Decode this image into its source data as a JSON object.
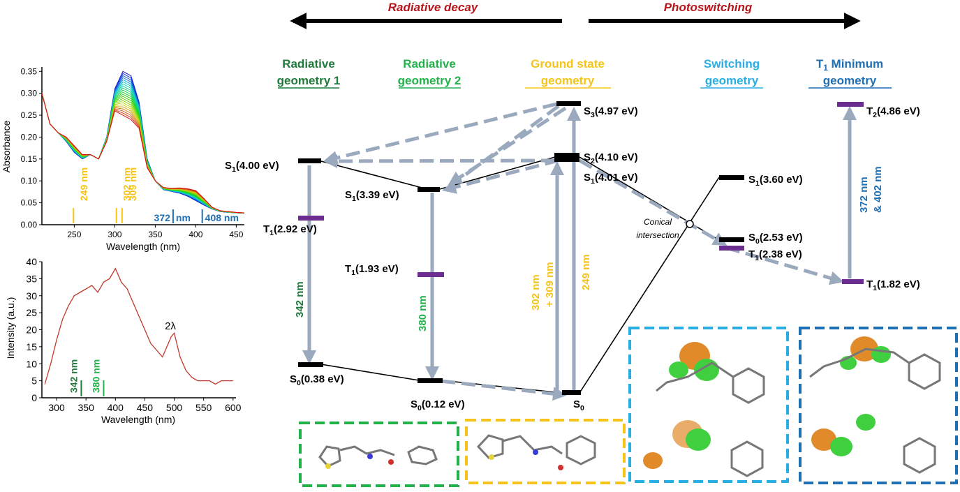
{
  "header": {
    "left_label": "Radiative decay",
    "right_label": "Photoswitching",
    "left_color": "#b8151b",
    "right_color": "#b8151b"
  },
  "columns": [
    {
      "line1": "Radiative",
      "line2": "geometry 1",
      "color": "#1e7b3c"
    },
    {
      "line1": "Radiative",
      "line2": "geometry 2",
      "color": "#22b24c"
    },
    {
      "line1": "Ground state",
      "line2": "geometry",
      "color": "#f6c419"
    },
    {
      "line1": "Switching",
      "line2": "geometry",
      "color": "#29aee4"
    },
    {
      "line1": "T",
      "line1_sub": "1",
      "line1_rest": " Minimum",
      "line2": "geometry",
      "color": "#1f6fb5"
    }
  ],
  "levels": {
    "rg1_s1": {
      "main": "S",
      "sub": "1",
      "rest": "(4.00 eV)"
    },
    "rg1_t1": {
      "main": "T",
      "sub": "1",
      "rest": "(2.92 eV)"
    },
    "rg1_s0": {
      "main": "S",
      "sub": "0",
      "rest": "(0.38 eV)"
    },
    "rg2_s1": {
      "main": "S",
      "sub": "1",
      "rest": "(3.39 eV)"
    },
    "rg2_t1": {
      "main": "T",
      "sub": "1",
      "rest": "(1.93 eV)"
    },
    "rg2_s0": {
      "main": "S",
      "sub": "0",
      "rest": "(0.12 eV)"
    },
    "gs_s3": {
      "main": "S",
      "sub": "3",
      "rest": "(4.97 eV)"
    },
    "gs_s2": {
      "main": "S",
      "sub": "2",
      "rest": "(4.10 eV)"
    },
    "gs_s1": {
      "main": "S",
      "sub": "1",
      "rest": "(4.01 eV)"
    },
    "gs_s0": {
      "main": "S",
      "sub": "0",
      "rest": ""
    },
    "sw_s1": {
      "main": "S",
      "sub": "1",
      "rest": "(3.60 eV)"
    },
    "sw_s0": {
      "main": "S",
      "sub": "0",
      "rest": "(2.53 eV)"
    },
    "sw_t1": {
      "main": "T",
      "sub": "1",
      "rest": "(2.38 eV)"
    },
    "tm_t2": {
      "main": "T",
      "sub": "2",
      "rest": "(4.86 eV)"
    },
    "tm_t1": {
      "main": "T",
      "sub": "1",
      "rest": "(1.82 eV)"
    }
  },
  "transitions": {
    "rg1_emission": "342 nm",
    "rg2_emission": "380 nm",
    "gs_abs_a": "302 nm",
    "gs_abs_b": "+ 309 nm",
    "gs_abs_c": "249 nm",
    "tm_abs_a": "372 nm",
    "tm_abs_b": "& 402 nm",
    "conical_a": "Conical",
    "conical_b": "intersection"
  },
  "colors": {
    "singlet": "#000000",
    "triplet": "#6b2d8f",
    "arrow": "#9aa9bd",
    "dark_green": "#1e7b3c",
    "green": "#22b24c",
    "yellow": "#f6c419",
    "light_blue": "#29aee4",
    "blue": "#1f6fb5",
    "spectrum_red": "#c0392b"
  },
  "absorbance_plot": {
    "type": "line",
    "ylabel": "Absorbance",
    "xlabel": "Wavelength (nm)",
    "xlim": [
      210,
      460
    ],
    "ylim": [
      0,
      0.36
    ],
    "xticks": [
      "250",
      "300",
      "350",
      "400",
      "450"
    ],
    "yticks": [
      "0.00",
      "0.05",
      "0.10",
      "0.15",
      "0.20",
      "0.25",
      "0.30",
      "0.35"
    ],
    "markers": [
      {
        "label": "249 nm",
        "x": 249,
        "color": "#f6c419"
      },
      {
        "label": "302 nm",
        "x": 302,
        "color": "#f6c419"
      },
      {
        "label": "309 nm",
        "x": 309,
        "color": "#f6c419"
      },
      {
        "label": "372",
        "x": 372,
        "color": "#1f6fb5"
      },
      {
        "label": "nm",
        "x": 372,
        "color": "#1f6fb5"
      },
      {
        "label": "408 nm",
        "x": 408,
        "color": "#1f6fb5"
      }
    ]
  },
  "emission_plot": {
    "type": "line",
    "ylabel": "Intensity (a.u.)",
    "xlabel": "Wavelength (nm)",
    "xlim": [
      275,
      605
    ],
    "ylim": [
      0,
      40
    ],
    "xticks": [
      "300",
      "350",
      "400",
      "450",
      "500",
      "550",
      "600"
    ],
    "yticks": [
      "0",
      "5",
      "10",
      "15",
      "20",
      "25",
      "30",
      "35",
      "40"
    ],
    "annotation": "2λ",
    "markers": [
      {
        "label": "342 nm",
        "x": 342,
        "color": "#1e7b3c"
      },
      {
        "label": "380 nm",
        "x": 380,
        "color": "#22b24c"
      }
    ]
  },
  "chart_data": [
    {
      "type": "line",
      "title": "",
      "xlabel": "Wavelength (nm)",
      "ylabel": "Absorbance",
      "xlim": [
        210,
        460
      ],
      "ylim": [
        0,
        0.36
      ],
      "x": [
        210,
        220,
        230,
        240,
        250,
        260,
        270,
        280,
        290,
        300,
        310,
        320,
        330,
        340,
        350,
        360,
        370,
        380,
        390,
        400,
        410,
        420,
        430,
        440,
        450,
        460
      ],
      "series": [
        {
          "values": [
            0.3,
            0.23,
            0.21,
            0.19,
            0.165,
            0.15,
            0.16,
            0.15,
            0.2,
            0.31,
            0.35,
            0.34,
            0.28,
            0.15,
            0.1,
            0.08,
            0.076,
            0.072,
            0.065,
            0.055,
            0.045,
            0.036,
            0.03,
            0.028,
            0.027,
            0.026
          ]
        },
        {
          "values": [
            0.3,
            0.23,
            0.21,
            0.2,
            0.18,
            0.16,
            0.16,
            0.15,
            0.19,
            0.26,
            0.25,
            0.24,
            0.22,
            0.13,
            0.1,
            0.085,
            0.083,
            0.084,
            0.082,
            0.078,
            0.06,
            0.04,
            0.032,
            0.03,
            0.028,
            0.027
          ]
        }
      ]
    },
    {
      "type": "line",
      "title": "",
      "xlabel": "Wavelength (nm)",
      "ylabel": "Intensity (a.u.)",
      "xlim": [
        275,
        605
      ],
      "ylim": [
        0,
        40
      ],
      "x": [
        280,
        290,
        300,
        310,
        320,
        330,
        340,
        350,
        360,
        370,
        380,
        390,
        400,
        410,
        420,
        430,
        440,
        450,
        460,
        470,
        480,
        490,
        495,
        500,
        510,
        520,
        530,
        540,
        550,
        560,
        570,
        580,
        590,
        600
      ],
      "series": [
        {
          "values": [
            4,
            10,
            17,
            23,
            27,
            30,
            31,
            32,
            33,
            31,
            34,
            35,
            38,
            34,
            32,
            28,
            24,
            20,
            16,
            14,
            12,
            16,
            18,
            19,
            12,
            8,
            6,
            5,
            5,
            5,
            4,
            5,
            5,
            5
          ]
        }
      ]
    }
  ]
}
